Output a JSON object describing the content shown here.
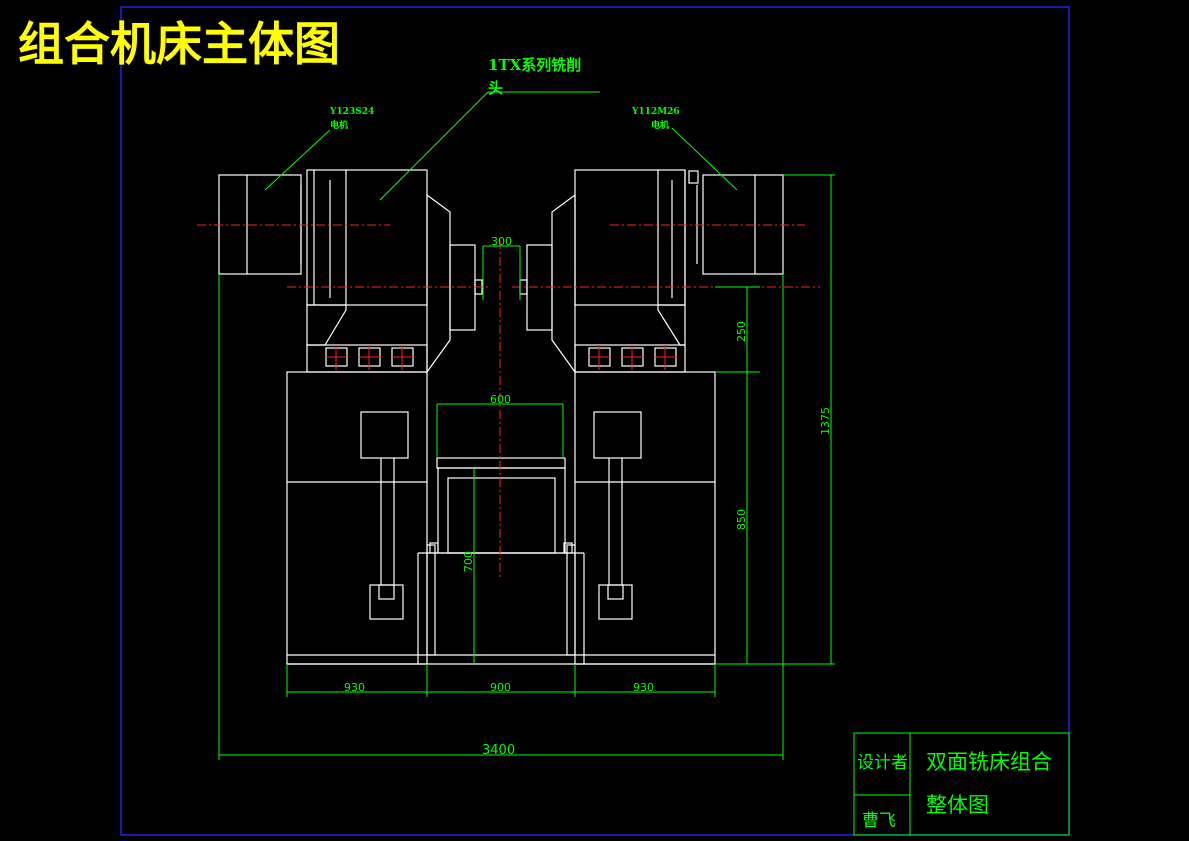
{
  "title": "组合机床主体图",
  "labels": {
    "milling_head": "1TX系列铣削",
    "milling_head_line2": "头",
    "motor_left_model": "Y123S24",
    "motor_left_name": "电机",
    "motor_right_model": "Y112M26",
    "motor_right_name": "电机"
  },
  "dimensions": {
    "gap_spindle": "300",
    "fixture_width": "600",
    "fixture_height": "700",
    "head_height": "250",
    "base_height": "850",
    "total_height": "1375",
    "left_base_width": "930",
    "middle_width": "900",
    "right_base_width": "930",
    "total_width": "3400"
  },
  "title_block": {
    "designer_label": "设计者",
    "designer_name": "曹飞",
    "drawing_name_line1": "双面铣床组合",
    "drawing_name_line2": "整体图"
  },
  "colors": {
    "background": "#000000",
    "outline": "#ffffff",
    "dimension": "#00ff00",
    "centerline": "#ff2020",
    "frame": "#2222ff",
    "title": "#ffff00"
  }
}
